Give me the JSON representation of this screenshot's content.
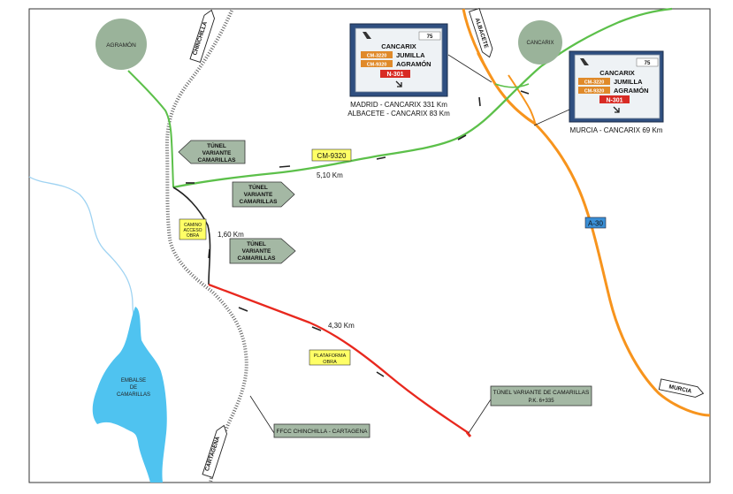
{
  "places": {
    "agramon": "AGRAMÓN",
    "cancarix": "CANCARIX",
    "embalse": [
      "EMBALSE",
      "DE",
      "CAMARILLAS"
    ]
  },
  "roads": {
    "cm9320": "CM-9320",
    "a30": "A-30",
    "cm9320_length": "5,10 Km",
    "camino_length": "1,60 Km",
    "plataforma_length": "4,30 Km"
  },
  "directions": {
    "chinchilla": "CHINCHILLA",
    "albacete": "ALBACETE",
    "murcia": "MURCIA",
    "cartagena": "CARTAGENA"
  },
  "tunnel_callouts": [
    [
      "TÚNEL",
      "VARIANTE",
      "CAMARILLAS"
    ],
    [
      "TÚNEL",
      "VARIANTE",
      "CAMARILLAS"
    ],
    [
      "TÚNEL",
      "VARIANTE",
      "CAMARILLAS"
    ]
  ],
  "boxes": {
    "camino": [
      "CAMINO",
      "ACCESO",
      "OBRA"
    ],
    "plataforma": [
      "PLATAFORMA",
      "OBRA"
    ],
    "tunnel_pk": [
      "TÚNEL VARIANTE DE CAMARILLAS",
      "P.K. 6+335"
    ],
    "ffcc": "FFCC CHINCHILLA - CARTAGENA"
  },
  "distances": {
    "madrid_line": "MADRID - CANCARIX  331 Km",
    "albacete_line": "ALBACETE - CANCARIX  83 Km",
    "murcia_line": "MURCIA - CANCARIX  69 Km"
  },
  "signs": {
    "left": {
      "number": "75",
      "line1": "CANCARIX",
      "tag2": "CM-3220",
      "line2": "JUMILLA",
      "tag3": "CM-9320",
      "line3": "AGRAMÓN",
      "road": "N-301"
    },
    "right": {
      "number": "75",
      "line1": "CANCARIX",
      "tag2": "CM-3220",
      "line2": "JUMILLA",
      "tag3": "CM-9320",
      "line3": "AGRAMÓN",
      "road": "N-301"
    }
  },
  "colors": {
    "green_road": "#5cc04a",
    "orange_road": "#f7941d",
    "red_road": "#e8281e",
    "water": "#4fc3f0",
    "river": "#9fd3f2",
    "circle": "#9ab39a",
    "callout": "#a4b8a4",
    "yellow_box": "#ffff66",
    "a30_box": "#3a8fd6",
    "sign_bg": "#2f4f80"
  }
}
